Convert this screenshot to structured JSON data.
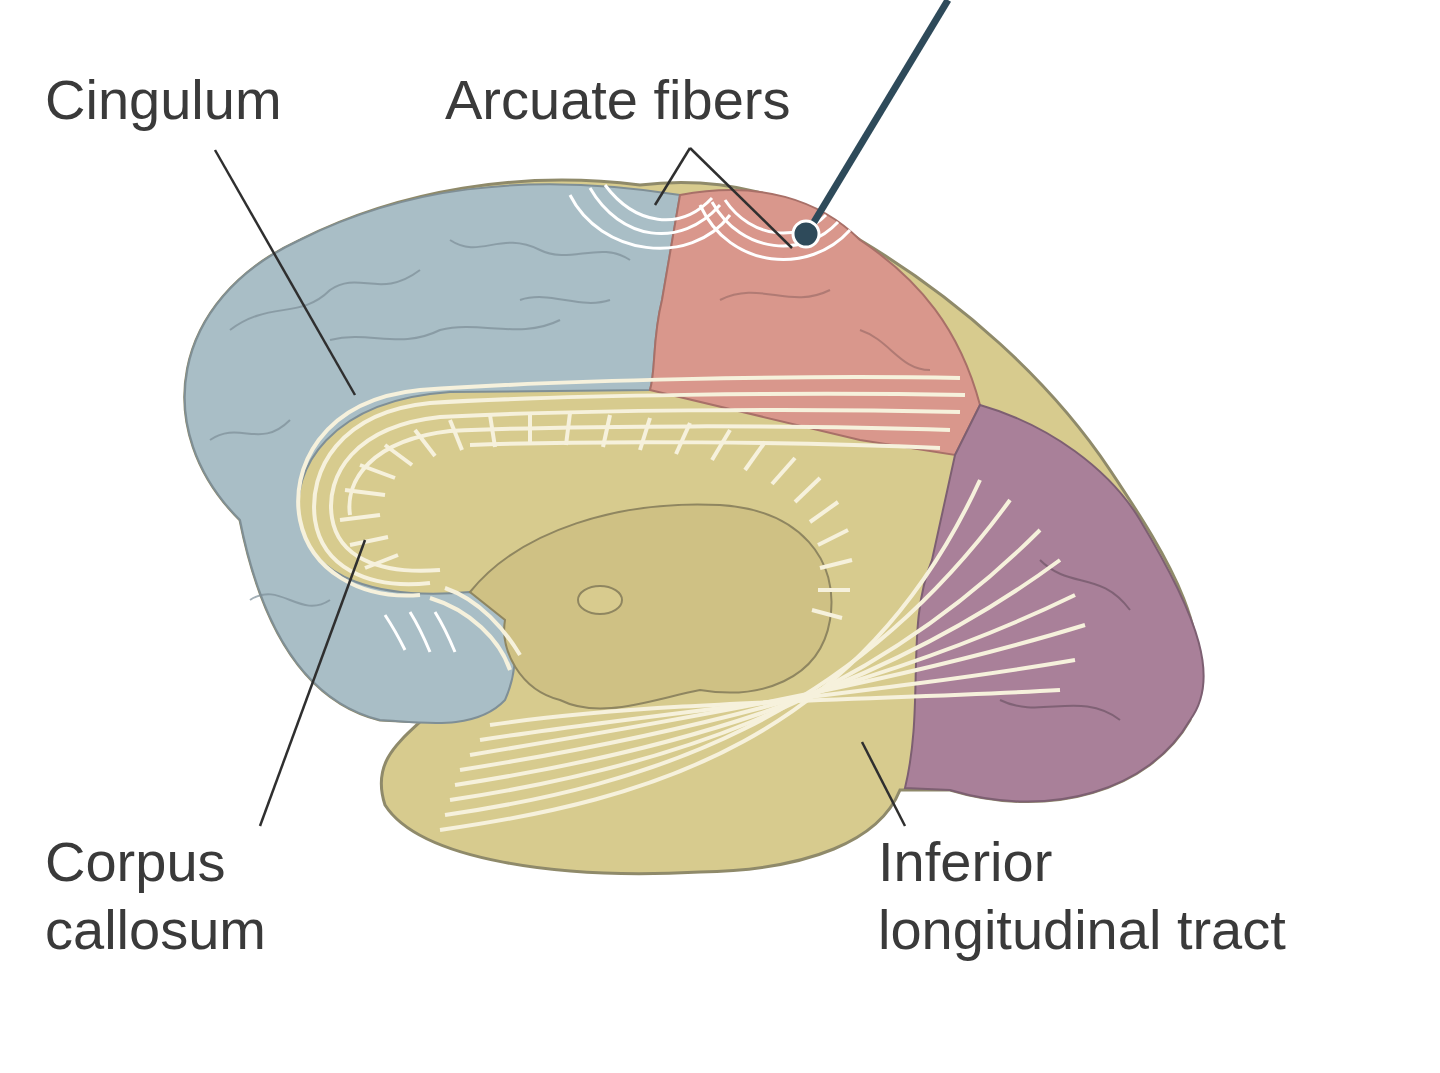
{
  "diagram": {
    "labels": [
      "Cingulum",
      "Arcuate fibers",
      "Corpus callosum",
      "Inferior longitudinal tract"
    ]
  }
}
